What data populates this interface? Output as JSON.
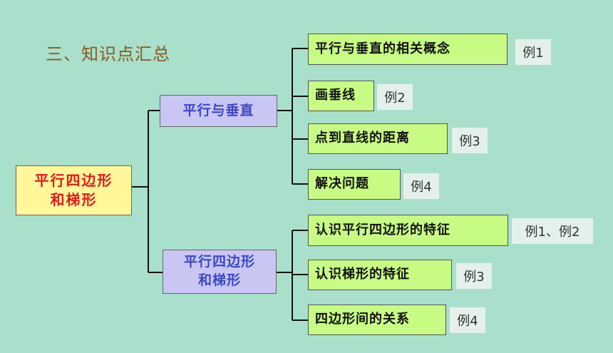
{
  "title": "三、知识点汇总",
  "root": {
    "line1": "平行四边形",
    "line2": "和梯形"
  },
  "branches": [
    {
      "label": "平行与垂直",
      "items": [
        {
          "label": "平行与垂直的相关概念",
          "example": "例1"
        },
        {
          "label": "画垂线",
          "example": "例2"
        },
        {
          "label": "点到直线的距离",
          "example": "例3"
        },
        {
          "label": "解决问题",
          "example": "例4"
        }
      ]
    },
    {
      "label_line1": "平行四边形",
      "label_line2": "和梯形",
      "items": [
        {
          "label": "认识平行四边形的特征",
          "example": "例1、例2"
        },
        {
          "label": "认识梯形的特征",
          "example": "例3"
        },
        {
          "label": "四边形间的关系",
          "example": "例4"
        }
      ]
    }
  ]
}
